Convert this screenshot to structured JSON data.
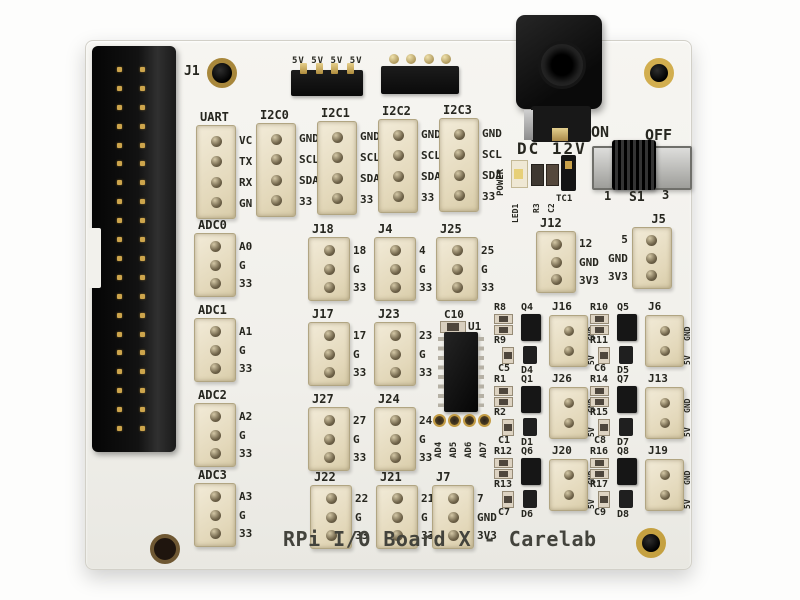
{
  "title": "RPi I/O Board X - Carelab",
  "colors": {
    "pcb": "#f2f1ec",
    "silkscreen": "#26261f",
    "connector_beige": "#e8dfc4",
    "gold": "#c9a24a",
    "component_black": "#141414"
  },
  "labels": {
    "j1": "J1",
    "power_header": "5V 5V 5V 5V",
    "dc": "DC 12V",
    "on": "ON",
    "off": "OFF",
    "sw1": "1",
    "sw_name": "S1",
    "sw3": "3",
    "power": "POWER",
    "led1": "LED1",
    "r3": "R3",
    "c2": "C2",
    "tc1": "TC1",
    "c10": "C10",
    "u1": "U1"
  },
  "top_connectors": [
    {
      "name": "UART",
      "pins": [
        "VC",
        "TX",
        "RX",
        "GN"
      ]
    },
    {
      "name": "I2C0",
      "pins": [
        "GND",
        "SCL",
        "SDA",
        "33"
      ]
    },
    {
      "name": "I2C1",
      "pins": [
        "GND",
        "SCL",
        "SDA",
        "33"
      ]
    },
    {
      "name": "I2C2",
      "pins": [
        "GND",
        "SCL",
        "SDA",
        "33"
      ]
    },
    {
      "name": "I2C3",
      "pins": [
        "GND",
        "SCL",
        "SDA",
        "33"
      ]
    }
  ],
  "adc_connectors": [
    {
      "name": "ADC0",
      "pins": [
        "A0",
        "G",
        "33"
      ]
    },
    {
      "name": "ADC1",
      "pins": [
        "A1",
        "G",
        "33"
      ]
    },
    {
      "name": "ADC2",
      "pins": [
        "A2",
        "G",
        "33"
      ]
    },
    {
      "name": "ADC3",
      "pins": [
        "A3",
        "G",
        "33"
      ]
    }
  ],
  "gpio_connectors": [
    {
      "name": "J18",
      "pins": [
        "18",
        "G",
        "33"
      ]
    },
    {
      "name": "J4",
      "pins": [
        "4",
        "G",
        "33"
      ]
    },
    {
      "name": "J25",
      "pins": [
        "25",
        "G",
        "33"
      ]
    },
    {
      "name": "J17",
      "pins": [
        "17",
        "G",
        "33"
      ]
    },
    {
      "name": "J23",
      "pins": [
        "23",
        "G",
        "33"
      ]
    },
    {
      "name": "J27",
      "pins": [
        "27",
        "G",
        "33"
      ]
    },
    {
      "name": "J24",
      "pins": [
        "24",
        "G",
        "33"
      ]
    },
    {
      "name": "J22",
      "pins": [
        "22",
        "G",
        "33"
      ]
    },
    {
      "name": "J21",
      "pins": [
        "21",
        "G",
        "33"
      ]
    },
    {
      "name": "J7",
      "pins": [
        "7",
        "GND",
        "3V3"
      ]
    }
  ],
  "power_connectors": [
    {
      "name": "J12",
      "pins": [
        "12",
        "GND",
        "3V3"
      ]
    },
    {
      "name": "J5",
      "pins": [
        "5",
        "GND",
        "3V3"
      ]
    }
  ],
  "driver_cells": [
    {
      "r_top": "R8",
      "q": "Q4",
      "j": "J16",
      "r_bot": "R9",
      "c": "C5",
      "d": "D4",
      "v_top": "GND",
      "v_bot": "5V"
    },
    {
      "r_top": "R10",
      "q": "Q5",
      "j": "J6",
      "r_bot": "R11",
      "c": "C6",
      "d": "D5",
      "v_top": "GND",
      "v_bot": "5V"
    },
    {
      "r_top": "R1",
      "q": "Q1",
      "j": "J26",
      "r_bot": "R2",
      "c": "C1",
      "d": "D1",
      "v_top": "GND",
      "v_bot": "5V"
    },
    {
      "r_top": "R14",
      "q": "Q7",
      "j": "J13",
      "r_bot": "R15",
      "c": "C8",
      "d": "D7",
      "v_top": "GND",
      "v_bot": "5V"
    },
    {
      "r_top": "R12",
      "q": "Q6",
      "j": "J20",
      "r_bot": "R13",
      "c": "C7",
      "d": "D6",
      "v_top": "GND",
      "v_bot": "5V"
    },
    {
      "r_top": "R16",
      "q": "Q8",
      "j": "J19",
      "r_bot": "R17",
      "c": "C9",
      "d": "D8",
      "v_top": "GND",
      "v_bot": "5V"
    }
  ],
  "ad_holes": [
    "AD4",
    "AD5",
    "AD6",
    "AD7"
  ]
}
